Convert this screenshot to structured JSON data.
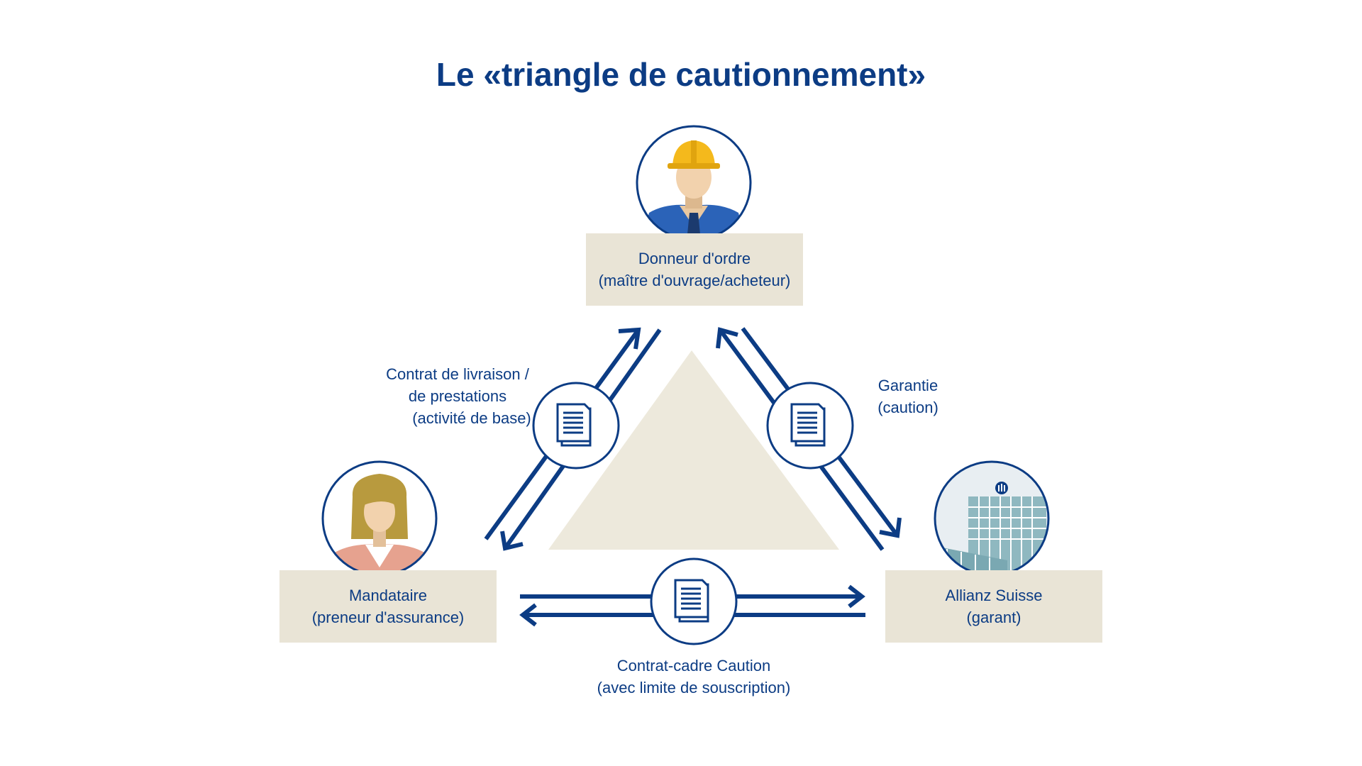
{
  "title": "Le «triangle de cautionnement»",
  "colors": {
    "primary": "#0c3c84",
    "box_fill": "#e9e4d6",
    "triangle_fill": "#ede9dc",
    "helmet": "#f4b91c"
  },
  "nodes": {
    "donneur": {
      "line1": "Donneur d'ordre",
      "line2": "(maître d'ouvrage/acheteur)",
      "icon": "construction-worker-avatar"
    },
    "mandataire": {
      "line1": "Mandataire",
      "line2": "(preneur d'assurance)",
      "icon": "businesswoman-avatar"
    },
    "allianz": {
      "line1": "Allianz Suisse",
      "line2": "(garant)",
      "icon": "office-building-avatar"
    }
  },
  "links": {
    "livraison": {
      "line1": "Contrat de livraison /",
      "line2": "de prestations",
      "line3": "(activité de base)",
      "icon": "document-icon"
    },
    "garantie": {
      "line1": "Garantie",
      "line2": "(caution)",
      "icon": "document-icon"
    },
    "cadre": {
      "line1": "Contrat-cadre Caution",
      "line2": "(avec limite de souscription)",
      "icon": "document-icon"
    }
  }
}
